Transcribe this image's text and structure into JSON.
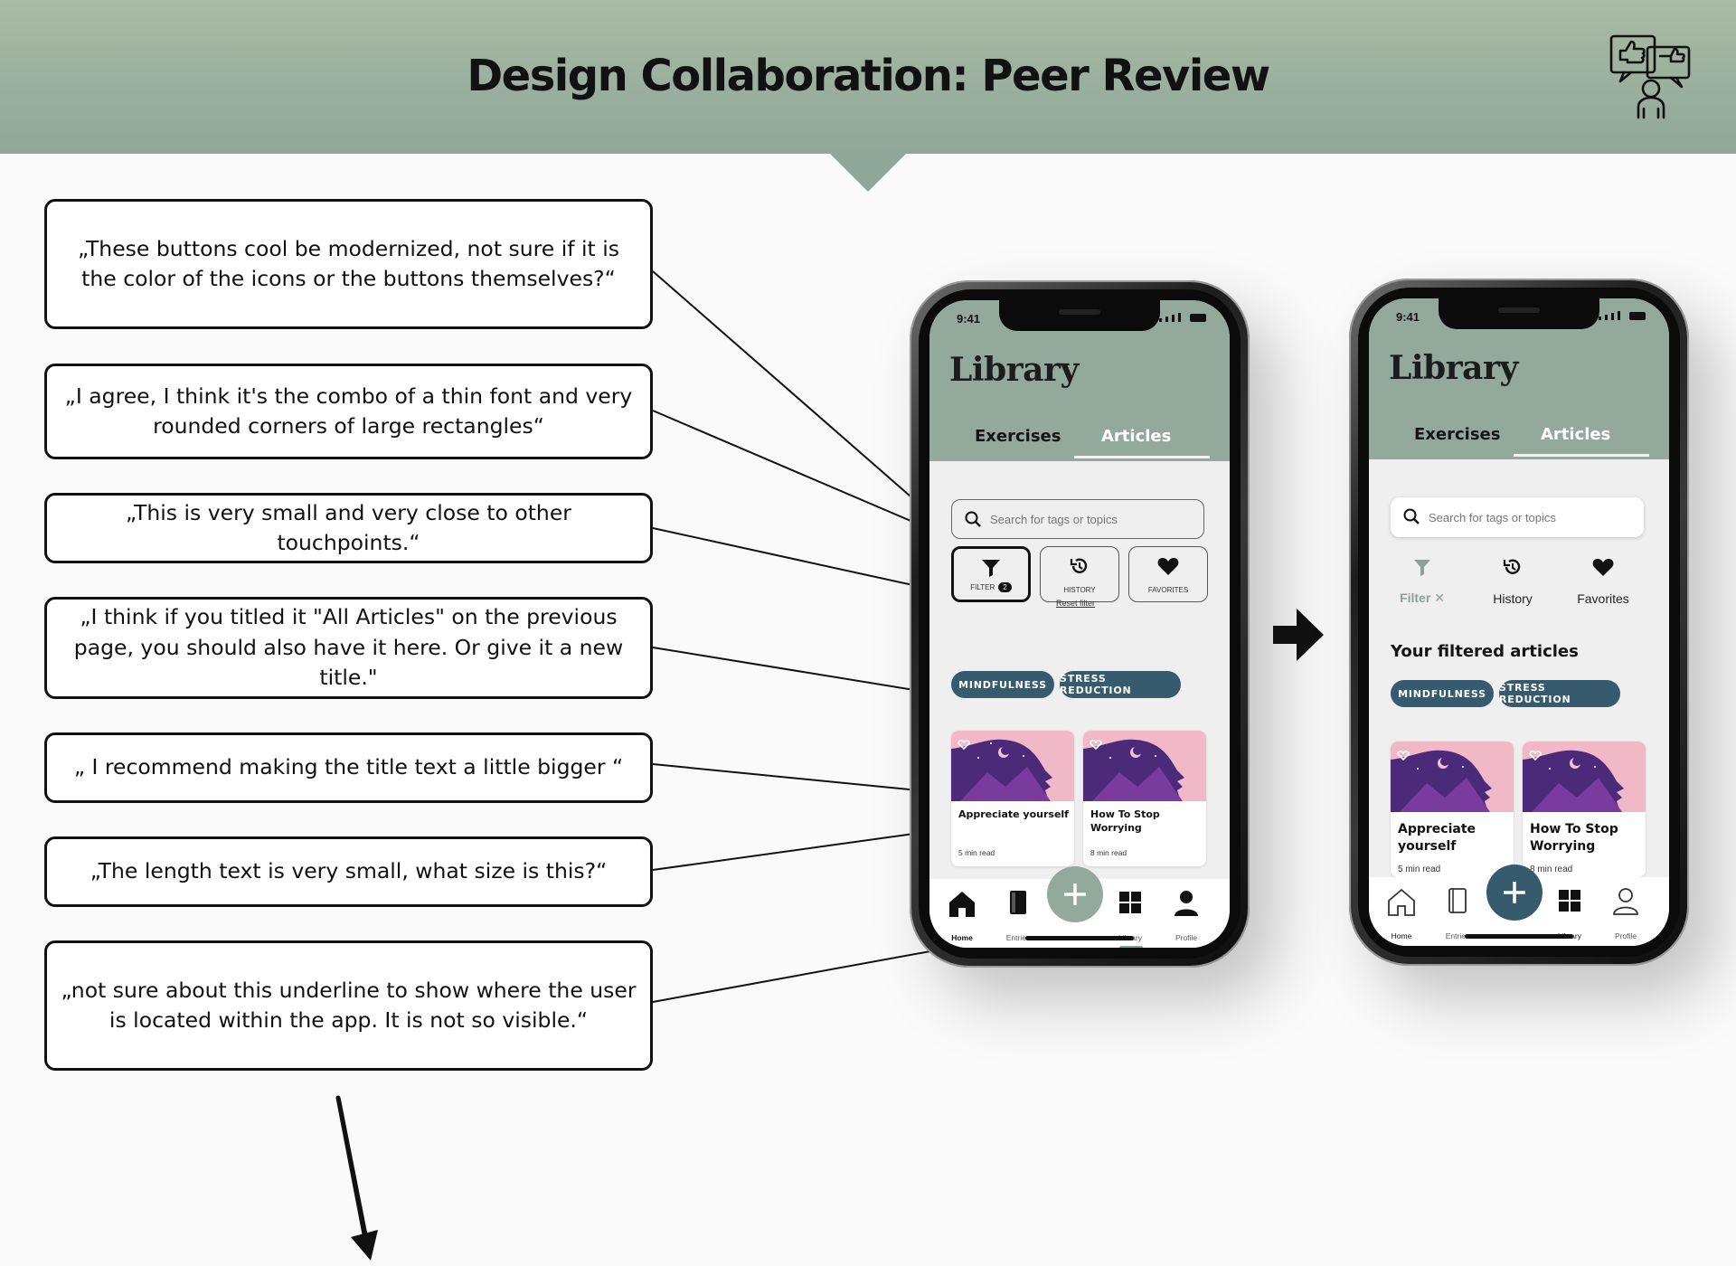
{
  "header": {
    "title": "Design Collaboration: Peer Review",
    "icon": "peer-review-icon"
  },
  "comments": [
    "„These buttons cool be modernized, not sure if it is the color of the icons or the buttons themselves?“",
    "„I agree, I think it's the combo of a thin font and very rounded corners of large rectangles“",
    "„This is very small and very close to other touchpoints.“",
    "„I think if you titled it \"All Articles\" on the previous page, you should also have it here. Or give it a new title.\"",
    "„ I recommend making the title text a little bigger “",
    "„The length text is very small, what size is this?“",
    "„not sure about this underline to show where the user is located within the app. It is not so visible.“"
  ],
  "phone_before": {
    "time": "9:41",
    "title": "Library",
    "tabs": [
      "Exercises",
      "Articles"
    ],
    "search_placeholder": "Search for tags or topics",
    "buttons": [
      {
        "label": "FILTER",
        "badge": "2",
        "icon": "filter-icon"
      },
      {
        "label": "HISTORY",
        "icon": "history-icon"
      },
      {
        "label": "FAVORITES",
        "icon": "heart-icon"
      }
    ],
    "reset_label": "Reset filter",
    "chips": [
      "MINDFULNESS",
      "STRESS REDUCTION"
    ],
    "cards": [
      {
        "title": "Appreciate yourself",
        "meta": "5 min read"
      },
      {
        "title": "How To Stop Worrying",
        "meta": "8 min read"
      }
    ],
    "nav": [
      "Home",
      "Entries",
      "Library",
      "Profile"
    ]
  },
  "phone_after": {
    "time": "9:41",
    "title": "Library",
    "tabs": [
      "Exercises",
      "Articles"
    ],
    "search_placeholder": "Search for tags or topics",
    "buttons": [
      {
        "label": "Filter",
        "icon": "filter-icon"
      },
      {
        "label": "History",
        "icon": "history-icon"
      },
      {
        "label": "Favorites",
        "icon": "heart-icon"
      }
    ],
    "section_title": "Your filtered articles",
    "chips": [
      "MINDFULNESS",
      "STRESS REDUCTION"
    ],
    "cards": [
      {
        "title": "Appreciate yourself",
        "meta": "5 min read"
      },
      {
        "title": "How To Stop Worrying",
        "meta": "8 min read"
      }
    ],
    "nav": [
      "Home",
      "Entries",
      "Library",
      "Profile"
    ]
  },
  "colors": {
    "header_green": "#93a99c",
    "chip_teal": "#365b6f",
    "fab_old": "#93a99c",
    "fab_new": "#365b6f"
  }
}
